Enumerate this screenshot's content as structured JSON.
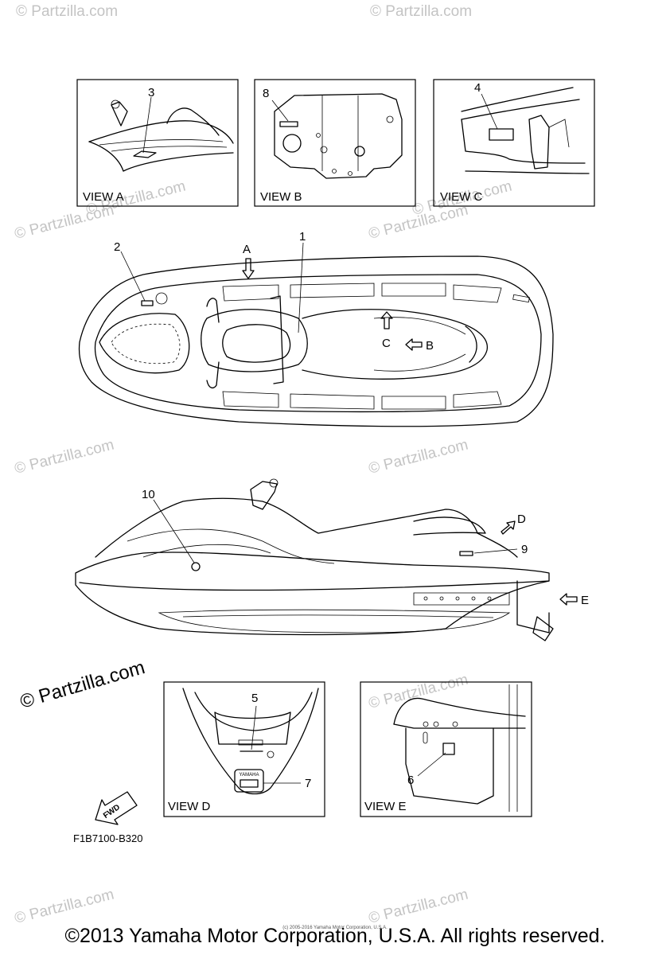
{
  "views": {
    "a": "VIEW A",
    "b": "VIEW B",
    "c": "VIEW C",
    "d": "VIEW D",
    "e": "VIEW E"
  },
  "callouts": {
    "n1": "1",
    "n2": "2",
    "n3": "3",
    "n4": "4",
    "n5": "5",
    "n6": "6",
    "n7": "7",
    "n8": "8",
    "n9": "9",
    "n10": "10"
  },
  "view_letters": {
    "a": "A",
    "b": "B",
    "c": "C",
    "d": "D",
    "e": "E"
  },
  "fwd": "FWD",
  "yamaha_badge": "YAMAHA",
  "drawing_code": "F1B7100-B320",
  "watermark": "© Partzilla.com",
  "watermark_main": "© Partzilla.com",
  "tiny_copyright": "(c) 2005-2016 Yamaha Motor Corporation, U.S.A.",
  "copyright": "©2013 Yamaha Motor Corporation, U.S.A. All rights reserved."
}
